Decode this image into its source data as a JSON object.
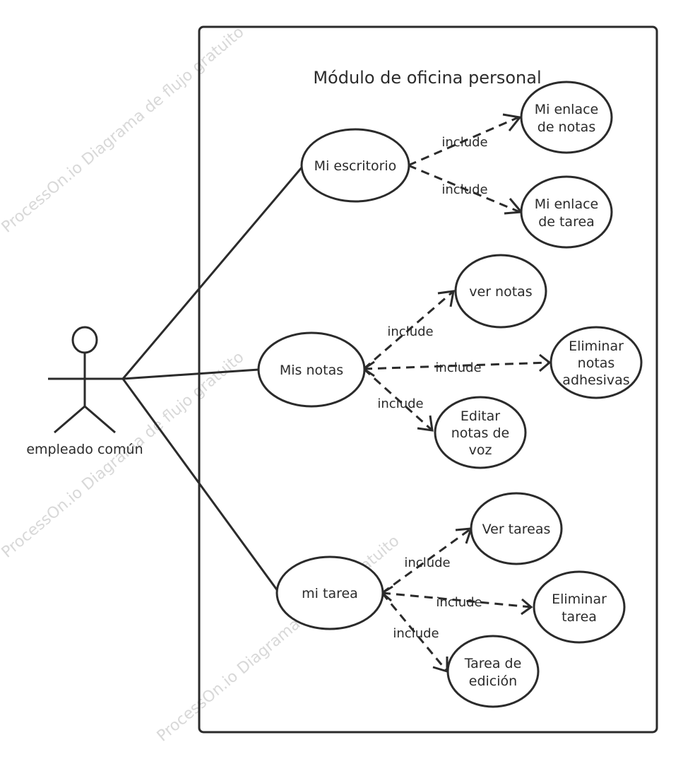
{
  "system": {
    "title": "Módulo de oficina personal"
  },
  "actor": {
    "label": "empleado común"
  },
  "use_cases": {
    "escritorio": "Mi escritorio",
    "enlace_notas": [
      "Mi enlace",
      "de notas"
    ],
    "enlace_tarea": [
      "Mi enlace",
      "de tarea"
    ],
    "mis_notas": "Mis notas",
    "ver_notas": "ver notas",
    "eliminar_notas": [
      "Eliminar",
      "notas",
      "adhesivas"
    ],
    "editar_notas": [
      "Editar",
      "notas de",
      "voz"
    ],
    "mi_tarea": "mi tarea",
    "ver_tareas": "Ver tareas",
    "eliminar_tarea": [
      "Eliminar",
      "tarea"
    ],
    "tarea_edicion": [
      "Tarea de",
      "edición"
    ]
  },
  "relations": {
    "include": "include"
  },
  "watermark": "ProcessOn.io Diagrama de flujo gratuito",
  "colors": {
    "stroke": "#2b2b2b",
    "background": "#ffffff",
    "watermark": "#d8d8d8"
  }
}
